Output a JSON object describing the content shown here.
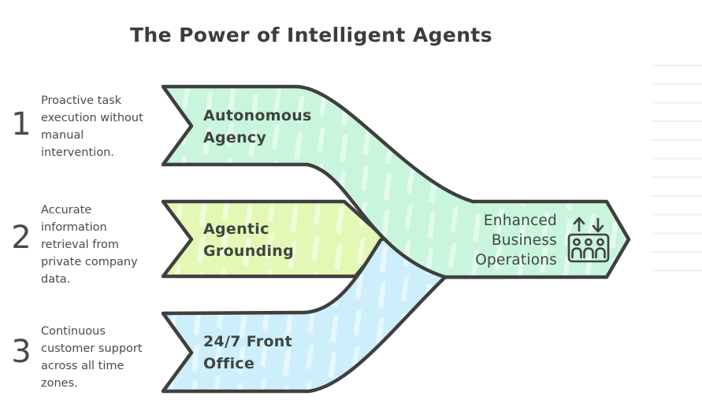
{
  "title": "The Power of Intelligent Agents",
  "items": [
    {
      "number": "1",
      "description": "Proactive task execution without manual intervention.",
      "label": "Autonomous Agency",
      "color": "#c8f5dc"
    },
    {
      "number": "2",
      "description": "Accurate information retrieval from private company data.",
      "label": "Agentic Grounding",
      "color": "#e4f8b6"
    },
    {
      "number": "3",
      "description": "Continuous customer support across all time zones.",
      "label": "24/7 Front Office",
      "color": "#cdeffb"
    }
  ],
  "output": {
    "label": "Enhanced Business Operations",
    "icon": "elevator-people-icon"
  },
  "colors": {
    "outline": "#3f3f3f",
    "title_text": "#3d3d3d",
    "muted_text": "#4a4a4a",
    "band_green": "#c8f5dc",
    "band_yellow": "#e4f8b6",
    "band_blue": "#cdeffb",
    "ruled_line": "#eef0f2"
  }
}
